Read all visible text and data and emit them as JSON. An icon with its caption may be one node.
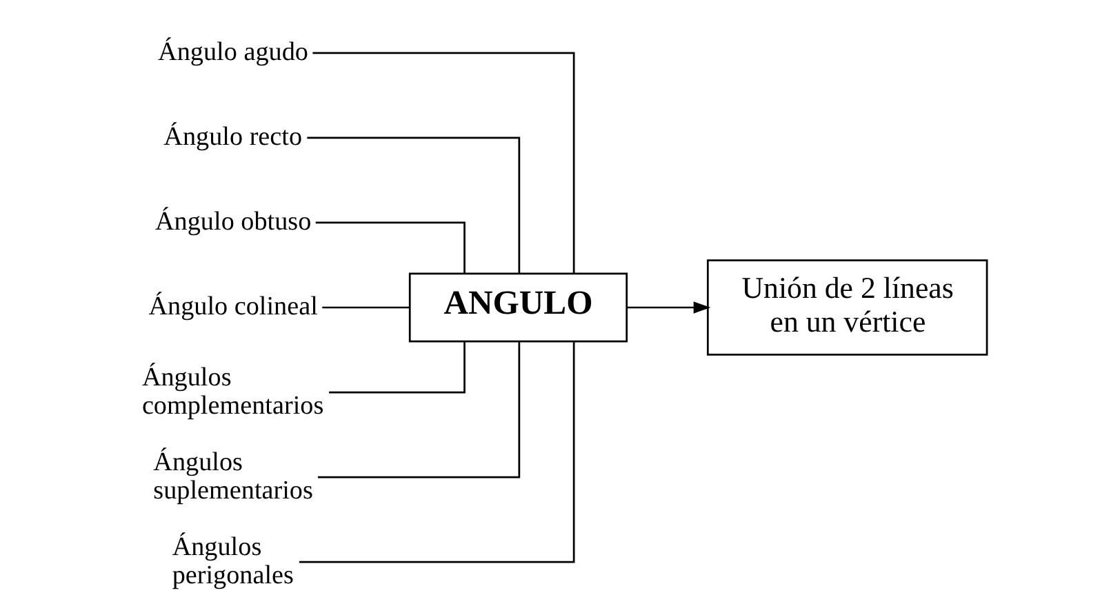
{
  "diagram": {
    "nodes": [
      {
        "text": [
          "ANGULO"
        ]
      },
      {
        "text": [
          "Unión de 2 líneas en un vértice"
        ]
      },
      {
        "text": [
          "Ángulo agudo"
        ]
      },
      {
        "text": [
          "Ángulo recto"
        ]
      },
      {
        "text": [
          "Ángulo obtuso"
        ]
      },
      {
        "text": [
          "Ángulo colineal"
        ]
      },
      {
        "text": [
          "Ángulos complementarios"
        ]
      },
      {
        "text": [
          "Ángulos suplementarios"
        ]
      },
      {
        "text": [
          "Ángulos perigonales"
        ]
      }
    ],
    "edges": [
      {
        "from": 0,
        "to": 1,
        "arrow": "to"
      },
      {
        "from": 2,
        "to": 0,
        "arrow": "none"
      },
      {
        "from": 3,
        "to": 0,
        "arrow": "none"
      },
      {
        "from": 4,
        "to": 0,
        "arrow": "none"
      },
      {
        "from": 5,
        "to": 0,
        "arrow": "none"
      },
      {
        "from": 6,
        "to": 0,
        "arrow": "none"
      },
      {
        "from": 7,
        "to": 0,
        "arrow": "none"
      },
      {
        "from": 8,
        "to": 0,
        "arrow": "none"
      }
    ]
  }
}
